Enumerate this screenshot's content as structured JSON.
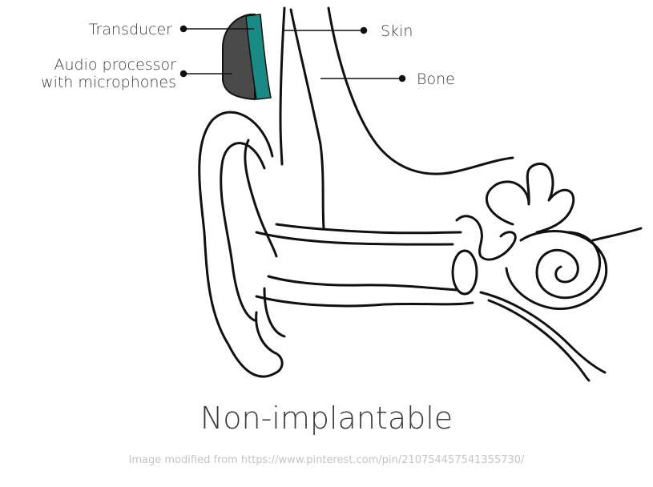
{
  "labels": {
    "transducer": "Transducer",
    "audio_processor_line1": "Audio processor",
    "audio_processor_line2": "with microphones",
    "skin": "Skin",
    "bone": "Bone"
  },
  "title": "Non-implantable",
  "credit": "Image modified from https://www.pinterest.com/pin/210754457541355730/",
  "colors": {
    "transducer": "#1a8a85",
    "audio_processor": "#4a4a4a",
    "outline": "#111111",
    "label_text": "#3a3a3a",
    "credit_text": "#c4c4c4"
  }
}
